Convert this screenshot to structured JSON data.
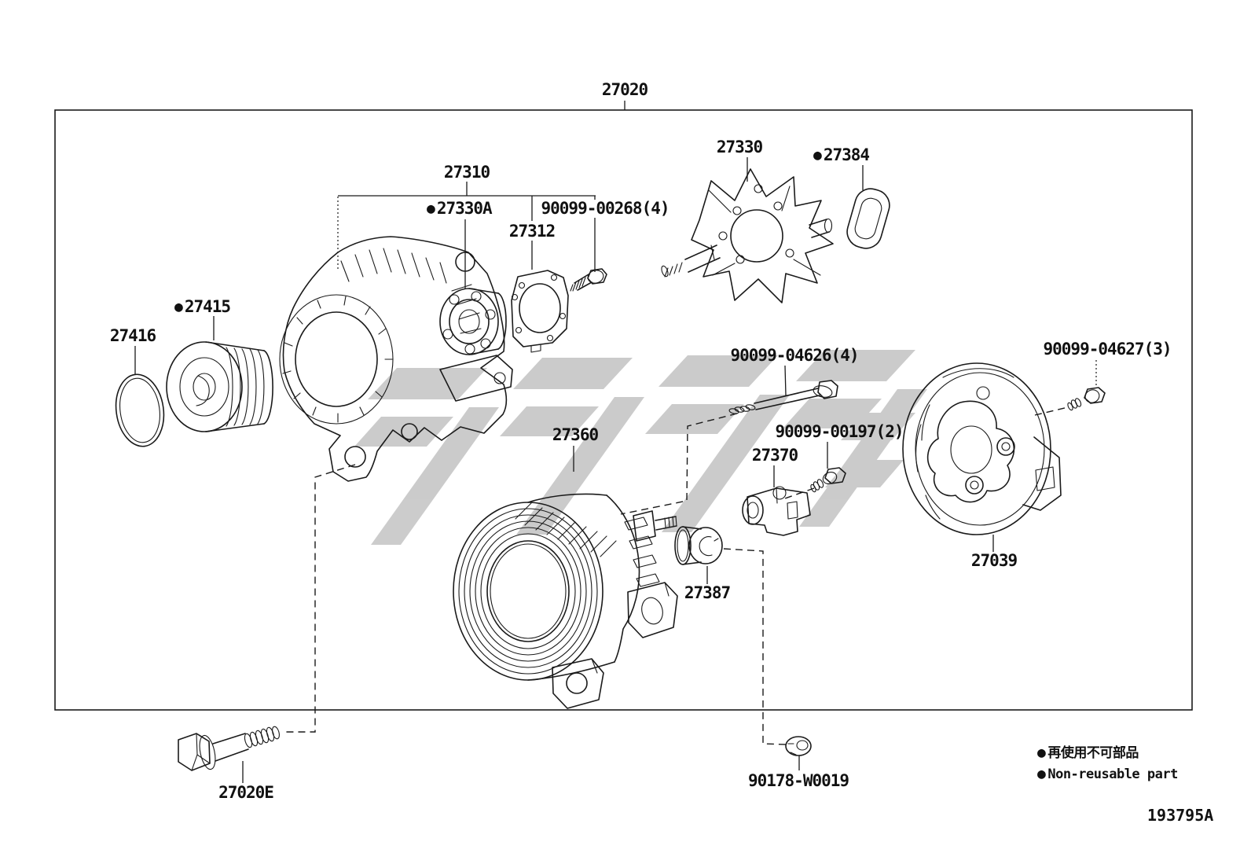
{
  "doc": {
    "number": "193795A"
  },
  "colors": {
    "line": "#1a1a1a",
    "watermark": "#c9c9c9",
    "background": "#ffffff"
  },
  "symbols": {
    "non_reusable_bullet": "●"
  },
  "legend": {
    "bullet": "●",
    "jp": "再使用不可部品",
    "en": "Non-reusable part"
  },
  "parts": [
    {
      "id": "27020",
      "label": "27020",
      "non_reusable": false
    },
    {
      "id": "27310",
      "label": "27310",
      "non_reusable": false
    },
    {
      "id": "27330A",
      "label": "27330A",
      "non_reusable": true
    },
    {
      "id": "27312",
      "label": "27312",
      "non_reusable": false
    },
    {
      "id": "90099-00268",
      "label": "90099-00268(4)",
      "non_reusable": false
    },
    {
      "id": "27330",
      "label": "27330",
      "non_reusable": false
    },
    {
      "id": "27384",
      "label": "27384",
      "non_reusable": true
    },
    {
      "id": "27415",
      "label": "27415",
      "non_reusable": true
    },
    {
      "id": "27416",
      "label": "27416",
      "non_reusable": false
    },
    {
      "id": "90099-04626",
      "label": "90099-04626(4)",
      "non_reusable": false
    },
    {
      "id": "27360",
      "label": "27360",
      "non_reusable": false
    },
    {
      "id": "90099-00197",
      "label": "90099-00197(2)",
      "non_reusable": false
    },
    {
      "id": "27370",
      "label": "27370",
      "non_reusable": false
    },
    {
      "id": "27387",
      "label": "27387",
      "non_reusable": false
    },
    {
      "id": "27039",
      "label": "27039",
      "non_reusable": false
    },
    {
      "id": "90099-04627",
      "label": "90099-04627(3)",
      "non_reusable": false
    },
    {
      "id": "27020E",
      "label": "27020E",
      "non_reusable": false
    },
    {
      "id": "90178-W0019",
      "label": "90178-W0019",
      "non_reusable": false
    }
  ]
}
